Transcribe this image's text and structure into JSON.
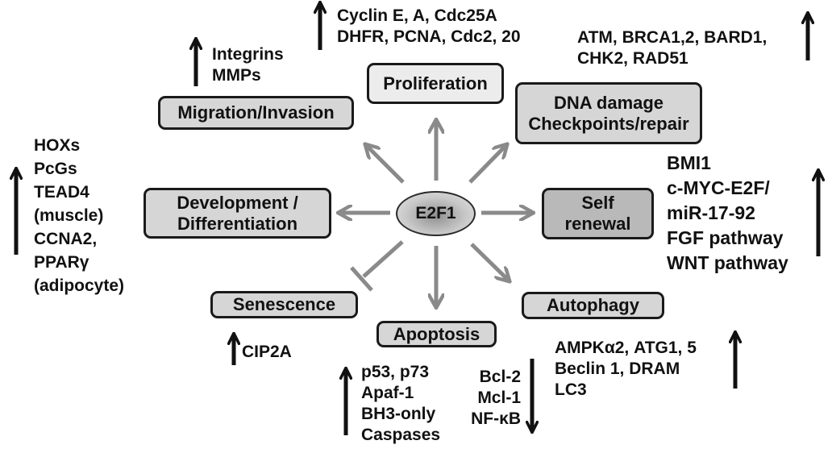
{
  "hub": {
    "label": "E2F1"
  },
  "processes": {
    "proliferation": {
      "label": "Proliferation"
    },
    "migration": {
      "label": "Migration/Invasion"
    },
    "dna_damage": {
      "line1": "DNA damage",
      "line2": "Checkpoints/repair"
    },
    "development": {
      "line1": "Development /",
      "line2": "Differentiation"
    },
    "self_renewal": {
      "line1": "Self",
      "line2": "renewal"
    },
    "senescence": {
      "label": "Senescence"
    },
    "apoptosis": {
      "label": "Apoptosis"
    },
    "autophagy": {
      "label": "Autophagy"
    }
  },
  "gene_lists": {
    "proliferation_up": {
      "direction": "up",
      "lines": [
        "Cyclin E, A, Cdc25A",
        "DHFR, PCNA, Cdc2, 20"
      ]
    },
    "migration_up": {
      "direction": "up",
      "lines": [
        "Integrins",
        "MMPs"
      ]
    },
    "dna_damage_up": {
      "direction": "up",
      "lines": [
        "ATM, BRCA1,2, BARD1,",
        "CHK2, RAD51"
      ]
    },
    "development_up": {
      "direction": "up",
      "lines": [
        "HOXs",
        "PcGs",
        "TEAD4",
        "(muscle)",
        "CCNA2,",
        "PPARγ",
        "(adipocyte)"
      ]
    },
    "self_renewal_up": {
      "direction": "up",
      "lines": [
        "BMI1",
        "c-MYC-E2F/",
        "miR-17-92",
        "FGF pathway",
        "WNT pathway"
      ]
    },
    "senescence_up": {
      "direction": "up",
      "lines": [
        "CIP2A"
      ]
    },
    "apoptosis_up": {
      "direction": "up",
      "lines": [
        "p53, p73",
        "Apaf-1",
        "BH3-only",
        "Caspases"
      ]
    },
    "apoptosis_down": {
      "direction": "down",
      "lines": [
        "Bcl-2",
        "Mcl-1",
        "NF-κB"
      ]
    },
    "autophagy_up": {
      "direction": "up",
      "lines": [
        "AMPKα2, ATG1, 5",
        "Beclin 1, DRAM",
        "LC3"
      ]
    }
  },
  "edges": [
    {
      "from": "E2F1",
      "to": "Proliferation",
      "type": "activation"
    },
    {
      "from": "E2F1",
      "to": "Migration/Invasion",
      "type": "activation"
    },
    {
      "from": "E2F1",
      "to": "DNA damage Checkpoints/repair",
      "type": "activation"
    },
    {
      "from": "E2F1",
      "to": "Development / Differentiation",
      "type": "activation"
    },
    {
      "from": "E2F1",
      "to": "Self renewal",
      "type": "activation"
    },
    {
      "from": "E2F1",
      "to": "Senescence",
      "type": "inhibition"
    },
    {
      "from": "E2F1",
      "to": "Apoptosis",
      "type": "activation"
    },
    {
      "from": "E2F1",
      "to": "Autophagy",
      "type": "activation"
    }
  ],
  "colors": {
    "edge": "#8a8a8a",
    "regulation_arrow": "#111111",
    "box_border": "#1a1a1a"
  }
}
